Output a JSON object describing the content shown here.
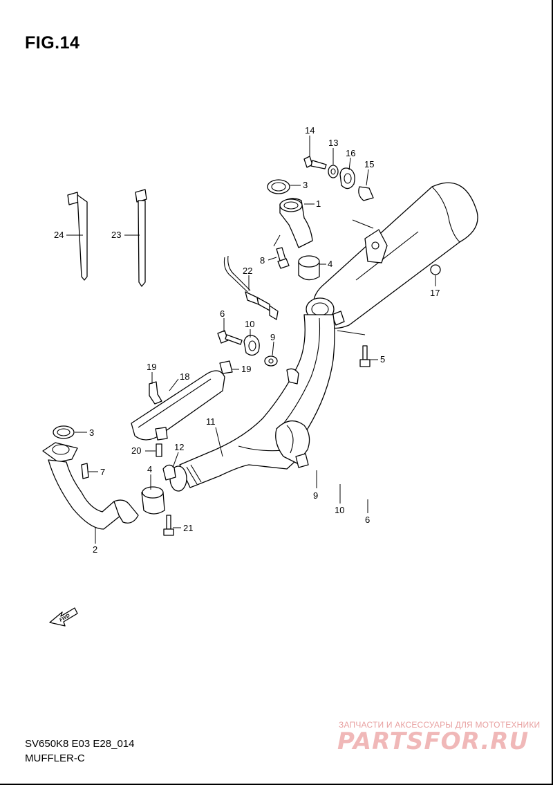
{
  "figure": {
    "title": "FIG.14",
    "model_code": "SV650K8 E03 E28_014",
    "section_name": "MUFFLER-C",
    "fwd_label": "FWD"
  },
  "watermark": {
    "tagline": "ЗАПЧАСТИ И АКСЕССУАРЫ ДЛЯ МОТОТЕХНИКИ",
    "logo": "PARTSFOR.RU",
    "color": "#f0b8b8"
  },
  "callouts": [
    "14",
    "13",
    "16",
    "15",
    "3",
    "1",
    "8",
    "4",
    "17",
    "22",
    "6",
    "10",
    "9",
    "5",
    "19",
    "18",
    "19",
    "11",
    "3",
    "20",
    "12",
    "7",
    "4",
    "9",
    "10",
    "6",
    "21",
    "2",
    "24",
    "23"
  ]
}
